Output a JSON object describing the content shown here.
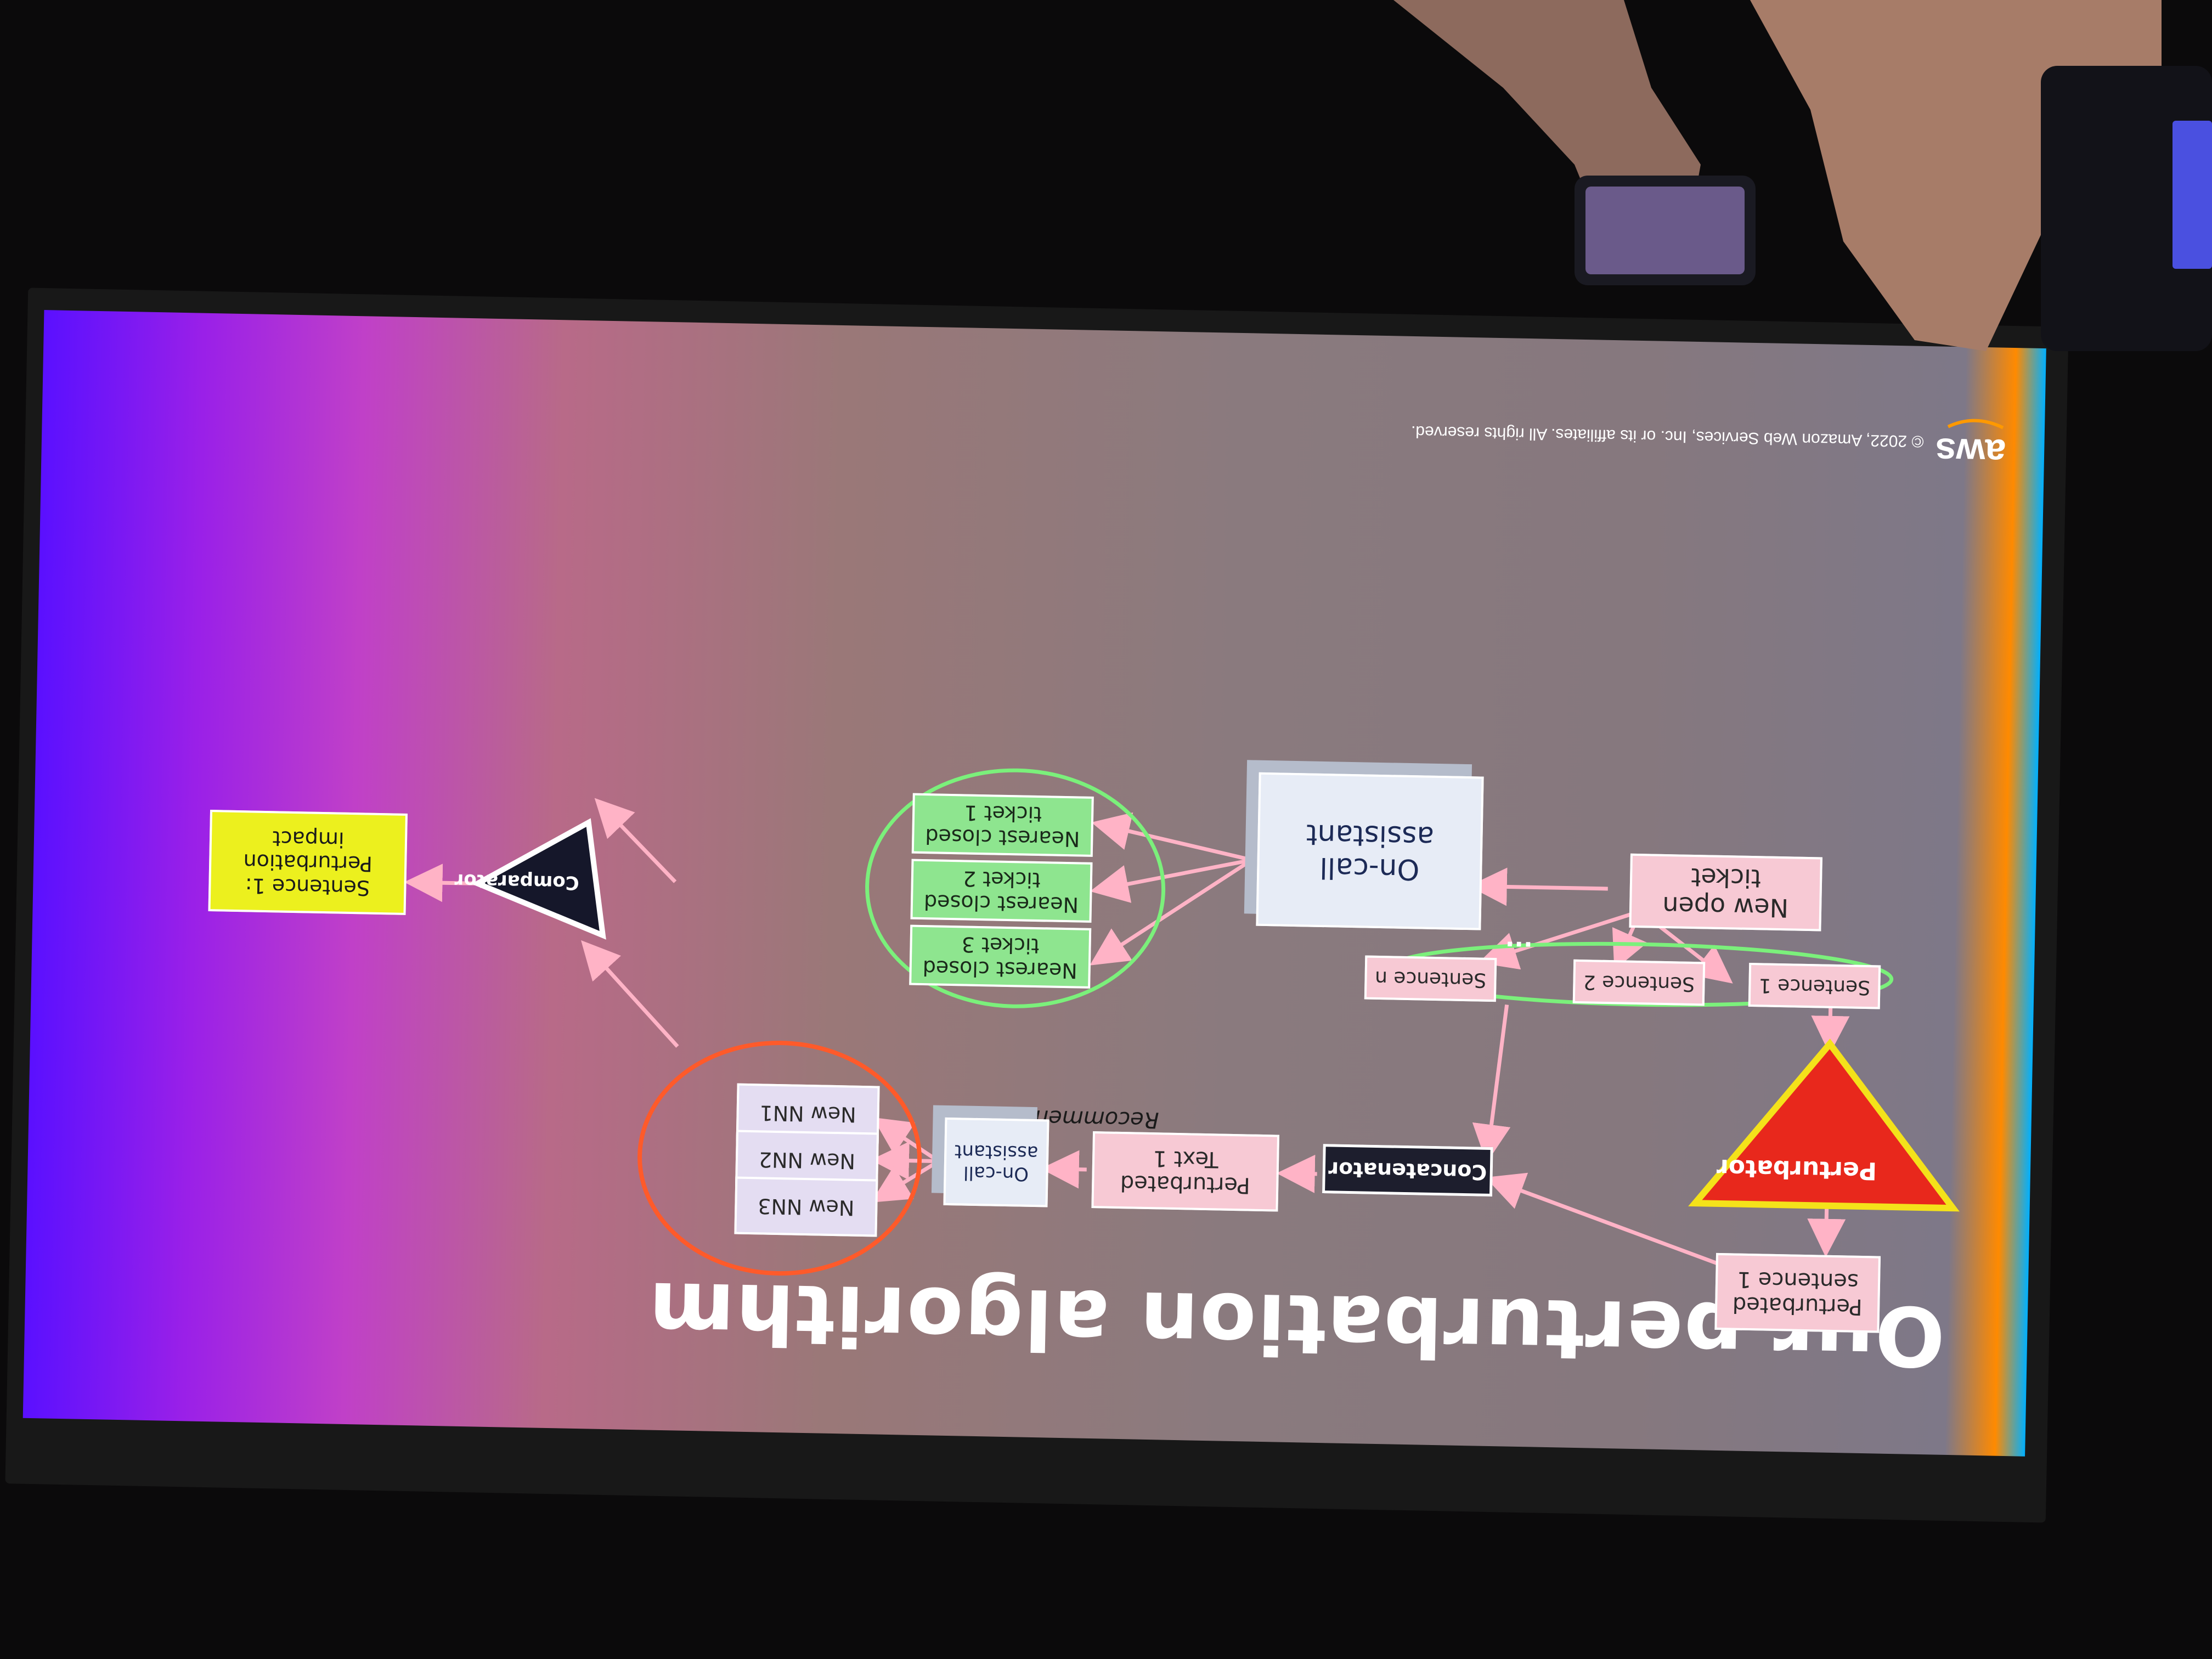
{
  "slide": {
    "title": "Our perturbation algorithm",
    "recommendations_label": "Recommendations",
    "copyright": "© 2022, Amazon Web Services, Inc. or its affiliates. All rights reserved.",
    "logo_text": "aws"
  },
  "diagram": {
    "new_open_ticket": "New open\nticket",
    "on_call_assistant": "On-call\nassistant",
    "nearest_closed": [
      "Nearest closed\nticket 1",
      "Nearest closed\nticket 2",
      "Nearest closed\nticket 3"
    ],
    "sentences": [
      "Sentence 1",
      "Sentence 2",
      "Sentence n"
    ],
    "ellipsis": "...",
    "perturbator": "Perturbator",
    "perturbated_sentence": "Perturbated\nsentence 1",
    "concatenator": "Concatenator",
    "perturbated_text": "Perturbated\nText 1",
    "on_call_assistant_2": "On-call\nassistant",
    "new_nn": [
      "New NN1",
      "New NN2",
      "New NN3"
    ],
    "comparator": "Comparator",
    "result": "Sentence 1:\nPerturbation\nimpact"
  },
  "colors": {
    "arrow": "#ffb3c6",
    "ellipse_green": "#7bf07b",
    "ellipse_orange": "#ff5a2a",
    "perturbator_fill": "#e8281c",
    "perturbator_border": "#f4e21a"
  }
}
